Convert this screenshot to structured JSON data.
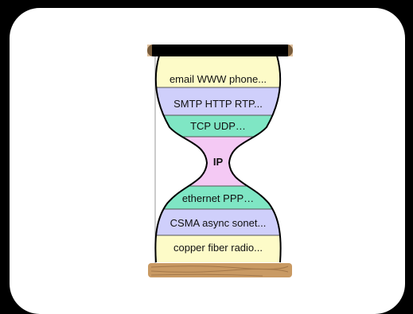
{
  "diagram": {
    "layers": [
      {
        "id": "application",
        "label": "email  WWW  phone...",
        "color": "#fdfbc8"
      },
      {
        "id": "session",
        "label": "SMTP  HTTP  RTP...",
        "color": "#cfcffb"
      },
      {
        "id": "transport",
        "label": "TCP  UDP…",
        "color": "#7fe6c4"
      },
      {
        "id": "network",
        "label": "IP",
        "color": "#f4c9f4"
      },
      {
        "id": "link",
        "label": "ethernet  PPP…",
        "color": "#7fe6c4"
      },
      {
        "id": "mac",
        "label": "CSMA  async  sonet...",
        "color": "#cfcffb"
      },
      {
        "id": "physical",
        "label": "copper  fiber  radio...",
        "color": "#fdfbc8"
      }
    ],
    "colors": {
      "top_cap": "#000000",
      "bottom_base": "#c99a63",
      "background": "#000000",
      "card": "#ffffff"
    }
  }
}
